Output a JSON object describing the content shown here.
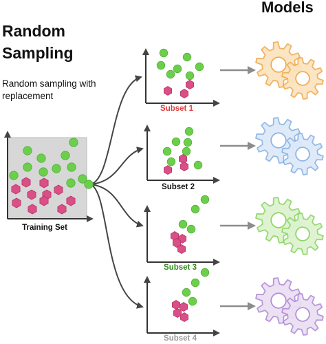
{
  "title": {
    "line1": "Random",
    "line2": "Sampling"
  },
  "description": {
    "line1": "Random sampling with",
    "line2": "replacement"
  },
  "models_heading": "Models",
  "training_set": {
    "label": "Training Set"
  },
  "subsets": [
    {
      "label": "Subset 1",
      "label_color": "#e23b3b"
    },
    {
      "label": "Subset 2",
      "label_color": "#111111"
    },
    {
      "label": "Subset 3",
      "label_color": "#2f8a1e"
    },
    {
      "label": "Subset 4",
      "label_color": "#9a9a9a"
    }
  ],
  "model_gear_colors": [
    {
      "fill": "#fbe3bd",
      "stroke": "#f0ad55"
    },
    {
      "fill": "#dde9f8",
      "stroke": "#8db5e6"
    },
    {
      "fill": "#ddf3cf",
      "stroke": "#8fd66a"
    },
    {
      "fill": "#eadff3",
      "stroke": "#b48fd8"
    }
  ],
  "colors": {
    "green_point": "#6ccf4c",
    "pink_point": "#d94f86",
    "panel_bg": "#d7d7d7",
    "arrow_gray": "#8c8c8c",
    "connector": "#444444"
  }
}
